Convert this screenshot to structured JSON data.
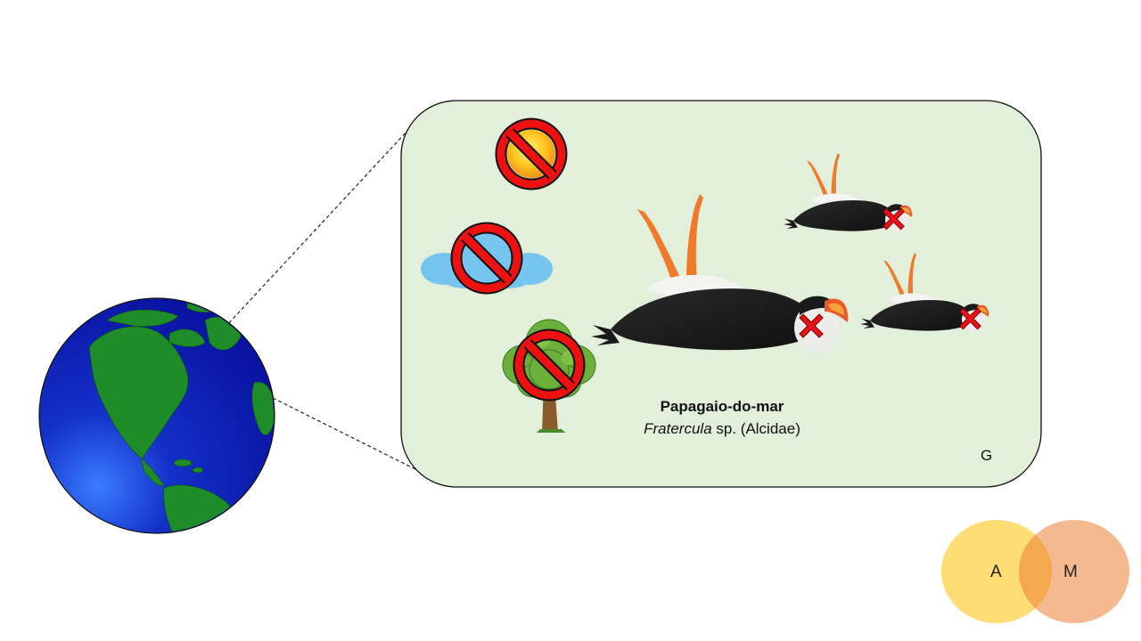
{
  "caption": {
    "common_name": "Papagaio-do-mar",
    "scientific_genus": "Fratercula",
    "scientific_rest": " sp. (Alcidae)"
  },
  "panel": {
    "letter": "G",
    "background": "#e2efda"
  },
  "venn": {
    "left_label": "A",
    "right_label": "M",
    "left_color": "#ffd966",
    "right_color": "#f4b183"
  },
  "icons": [
    "earth-globe-icon",
    "no-sun-icon",
    "no-cloud-icon",
    "no-tree-icon",
    "dead-puffin-large",
    "dead-puffin-small-top",
    "dead-puffin-small-bottom"
  ],
  "colors": {
    "ocean": "#0a1aa8",
    "land": "#1f8c2a",
    "prohibit_red": "#ee1111",
    "cross_red": "#e8121a"
  }
}
